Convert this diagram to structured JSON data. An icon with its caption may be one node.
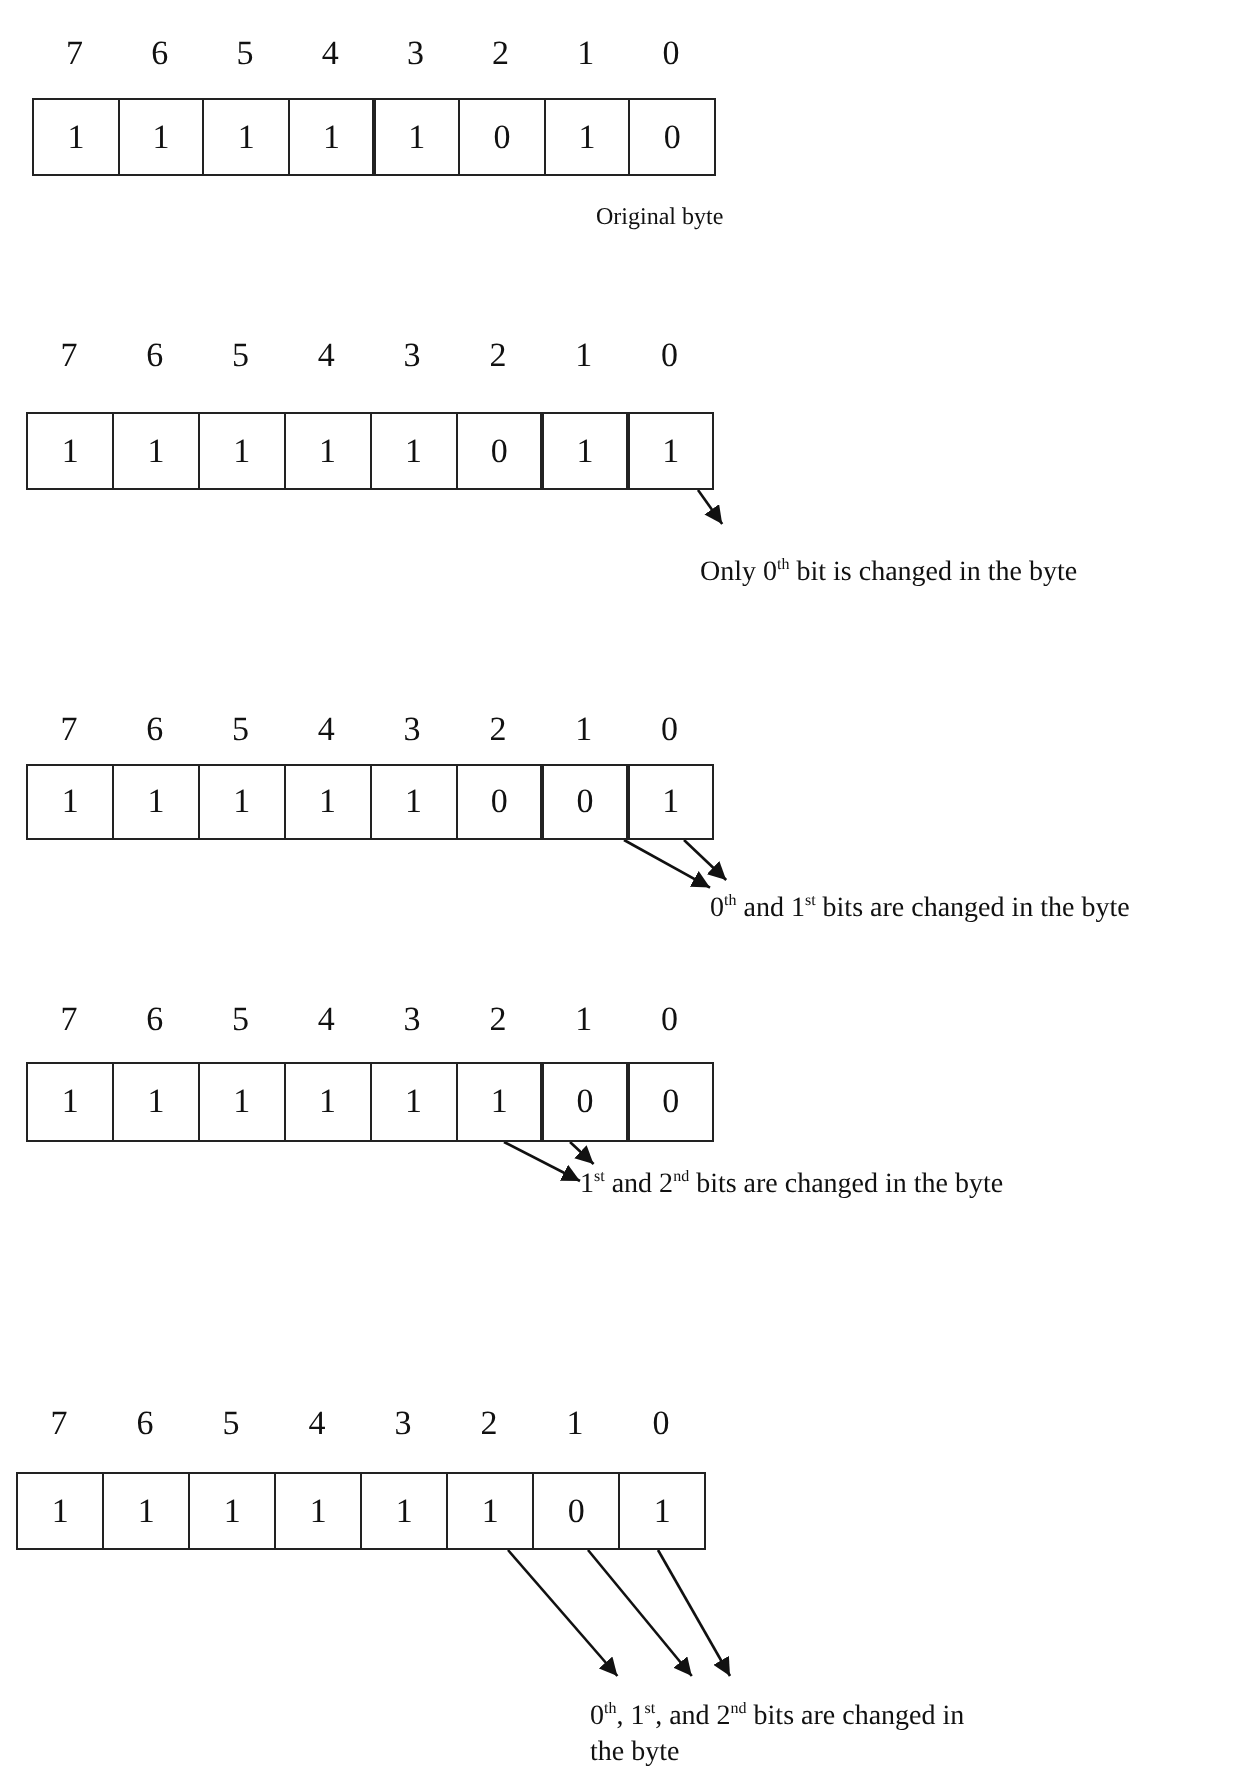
{
  "diagram": {
    "nodes": [
      {
        "text": [
          "1"
        ]
      },
      {
        "text": [
          "1"
        ]
      },
      {
        "text": [
          "1"
        ]
      },
      {
        "text": [
          "1"
        ]
      },
      {
        "text": [
          "1"
        ]
      },
      {
        "text": [
          "0"
        ]
      },
      {
        "text": [
          "1"
        ]
      },
      {
        "text": [
          "0"
        ]
      },
      {
        "text": [
          "1"
        ]
      },
      {
        "text": [
          "1"
        ]
      },
      {
        "text": [
          "1"
        ]
      },
      {
        "text": [
          "1"
        ]
      },
      {
        "text": [
          "1"
        ]
      },
      {
        "text": [
          "0"
        ]
      },
      {
        "text": [
          "1"
        ]
      },
      {
        "text": [
          "1"
        ]
      },
      {
        "text": [
          "Only 0$^{th}$ bit is changed in the byte"
        ]
      },
      {
        "text": [
          "1"
        ]
      },
      {
        "text": [
          "1"
        ]
      },
      {
        "text": [
          "1"
        ]
      },
      {
        "text": [
          "1"
        ]
      },
      {
        "text": [
          "1"
        ]
      },
      {
        "text": [
          "0"
        ]
      },
      {
        "text": [
          "0"
        ]
      },
      {
        "text": [
          "1"
        ]
      },
      {
        "text": [
          "0$^{th}$ and 1$^{st}$ bits are changed in the byte"
        ]
      },
      {
        "text": [
          "1"
        ]
      },
      {
        "text": [
          "1"
        ]
      },
      {
        "text": [
          "1"
        ]
      },
      {
        "text": [
          "1"
        ]
      },
      {
        "text": [
          "1"
        ]
      },
      {
        "text": [
          "1"
        ]
      },
      {
        "text": [
          "0"
        ]
      },
      {
        "text": [
          "0"
        ]
      },
      {
        "text": [
          "1$^{st}$ and 2$^{nd}$ bits are changed in the byte"
        ]
      },
      {
        "text": [
          "1"
        ]
      },
      {
        "text": [
          "1"
        ]
      },
      {
        "text": [
          "1"
        ]
      },
      {
        "text": [
          "1"
        ]
      },
      {
        "text": [
          "1"
        ]
      },
      {
        "text": [
          "1"
        ]
      },
      {
        "text": [
          "0"
        ]
      },
      {
        "text": [
          "1"
        ]
      },
      {
        "text": [
          "0$^{th}$, 1$^{st}$, and 2$^{nd}$ bits are changed in the byte"
        ]
      }
    ],
    "edges": [
      {
        "from": 15,
        "to": 16,
        "arrow": "to"
      },
      {
        "from": 23,
        "to": 25,
        "arrow": "to"
      },
      {
        "from": 24,
        "to": 25,
        "arrow": "to"
      },
      {
        "from": 31,
        "to": 34,
        "arrow": "to"
      },
      {
        "from": 32,
        "to": 34,
        "arrow": "to"
      },
      {
        "from": 40,
        "to": 43,
        "arrow": "to"
      },
      {
        "from": 41,
        "to": 43,
        "arrow": "to"
      },
      {
        "from": 42,
        "to": 43,
        "arrow": "to"
      }
    ],
    "labels": [
      "7",
      "6",
      "5",
      "4",
      "3",
      "2",
      "1",
      "0",
      "Original byte",
      "7",
      "6",
      "5",
      "4",
      "3",
      "2",
      "1",
      "0",
      "7",
      "6",
      "5",
      "4",
      "3",
      "2",
      "1",
      "0",
      "7",
      "6",
      "5",
      "4",
      "3",
      "2",
      "1",
      "0",
      "7",
      "6",
      "5",
      "4",
      "3",
      "2",
      "1",
      "0"
    ]
  }
}
